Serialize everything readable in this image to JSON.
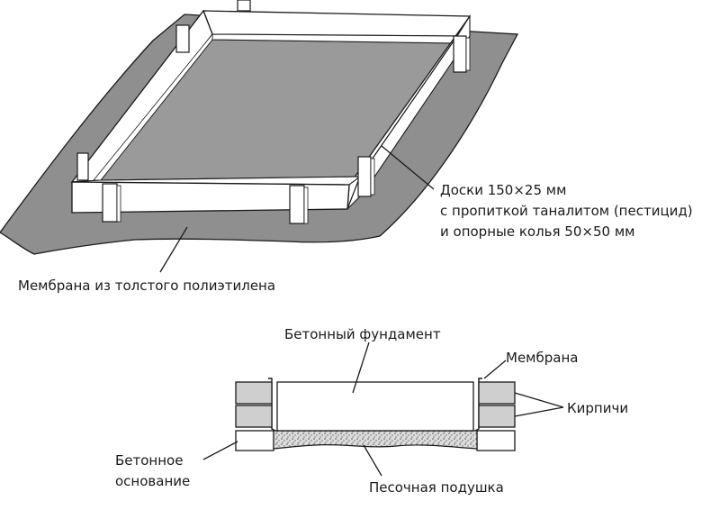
{
  "labels": {
    "boards": [
      "Доски 150×25 мм",
      "с пропиткой таналитом (пестицид)",
      "и опорные колья 50×50 мм"
    ],
    "membrane_top": "Мембрана из толстого полиэтилена",
    "concrete_foundation": "Бетонный фундамент",
    "membrane": "Мембрана",
    "bricks": "Кирпичи",
    "concrete_base": [
      "Бетонное",
      "основание"
    ],
    "sand_cushion": "Песочная подушка"
  },
  "colors": {
    "membrane_fill": "#8f8f8f",
    "inner_base_fill": "#9a9a9a",
    "wood_fill": "#ffffff",
    "brick_fill": "#cfcfcf",
    "sand_fill": "#d9d9d9",
    "line": "#1a1a1a"
  }
}
